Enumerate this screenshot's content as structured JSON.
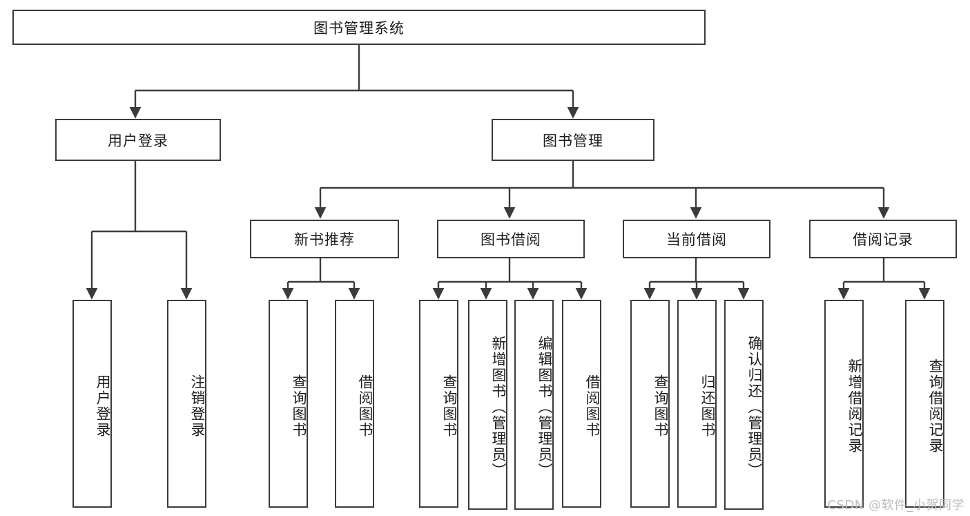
{
  "diagram": {
    "title": "图书管理系统",
    "watermark": "CSDN @软件_小贺同学",
    "colors": {
      "stroke": "#3b3b3b",
      "fill": "#ffffff",
      "text": "#1c1c1c",
      "watermark": "#bcbcbc"
    },
    "root": {
      "label": "图书管理系统"
    },
    "level2": [
      {
        "label": "用户登录"
      },
      {
        "label": "图书管理"
      }
    ],
    "level3": [
      {
        "label": "新书推荐"
      },
      {
        "label": "图书借阅"
      },
      {
        "label": "当前借阅"
      },
      {
        "label": "借阅记录"
      }
    ],
    "leaves": {
      "user_login": [
        {
          "label": "用户登录"
        },
        {
          "label": "注销登录"
        }
      ],
      "new_book_recommend": [
        {
          "label": "查询图书"
        },
        {
          "label": "借阅图书"
        }
      ],
      "book_borrow": [
        {
          "label": "查询图书"
        },
        {
          "label": "新增图书（管理员）"
        },
        {
          "label": "编辑图书（管理员）"
        },
        {
          "label": "借阅图书"
        }
      ],
      "current_borrow": [
        {
          "label": "查询图书"
        },
        {
          "label": "归还图书"
        },
        {
          "label": "确认归还（管理员）"
        }
      ],
      "borrow_record": [
        {
          "label": "新增借阅记录"
        },
        {
          "label": "查询借阅记录"
        }
      ]
    }
  }
}
